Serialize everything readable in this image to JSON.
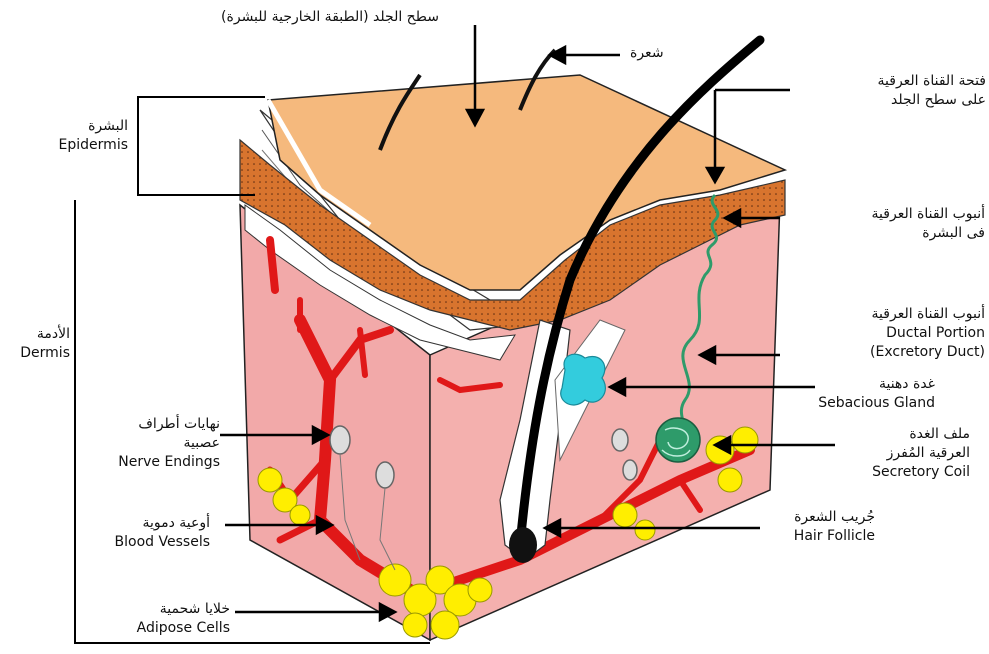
{
  "labels": {
    "skin_surface": "سطح الجلد (الطبقة الخارجية للبشرة)",
    "hair": "شعرة",
    "sweat_pore": [
      "فتحة القناة العرقية",
      "على سطح الجلد"
    ],
    "epidermis": [
      "البشرة",
      "Epidermis"
    ],
    "duct_epidermis": [
      "أنبوب القناة العرقية",
      "فى البشرة"
    ],
    "dermis": [
      "الأدمة",
      "Dermis"
    ],
    "ductal_portion": [
      "أنبوب القناة العرقية",
      "Ductal Portion",
      "(Excretory Duct)"
    ],
    "sebaceous_gland": [
      "غدة دهنية",
      "Sebacious Gland"
    ],
    "nerve_endings": [
      "نهايات أطراف",
      "عصبية",
      "Nerve Endings"
    ],
    "secretory_coil": [
      "ملف الغدة",
      "العرقية المُفرز",
      "Secretory Coil"
    ],
    "blood_vessels": [
      "أوعية دموية",
      "Blood Vessels"
    ],
    "hair_follicle": [
      "جُريب الشعرة",
      "Hair Follicle"
    ],
    "adipose_cells": [
      "خلايا شحمية",
      "Adipose Cells"
    ]
  },
  "colors": {
    "surface": "#F5B97D",
    "epidermis_layer": "#D8742E",
    "dermis": "#F2A9A9",
    "dermis_shade": "#E89898",
    "blood": "#E01818",
    "fat": "#FFEE00",
    "sebaceous": "#33CCDD",
    "sweat_gland": "#2E9B6A"
  }
}
